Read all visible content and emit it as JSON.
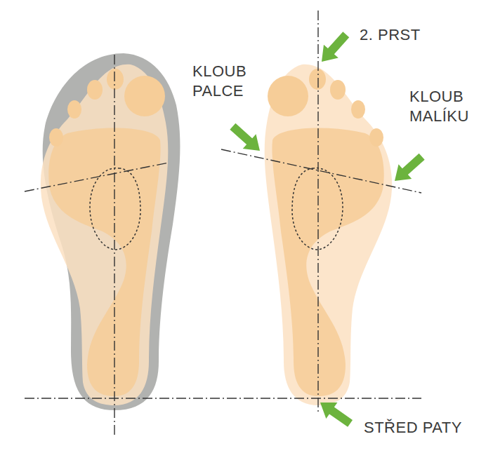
{
  "diagram": {
    "labels": [
      "2. PRST",
      "KLOUB PALCE",
      "KLOUB MALÍKU",
      "STŘED PATY"
    ]
  }
}
